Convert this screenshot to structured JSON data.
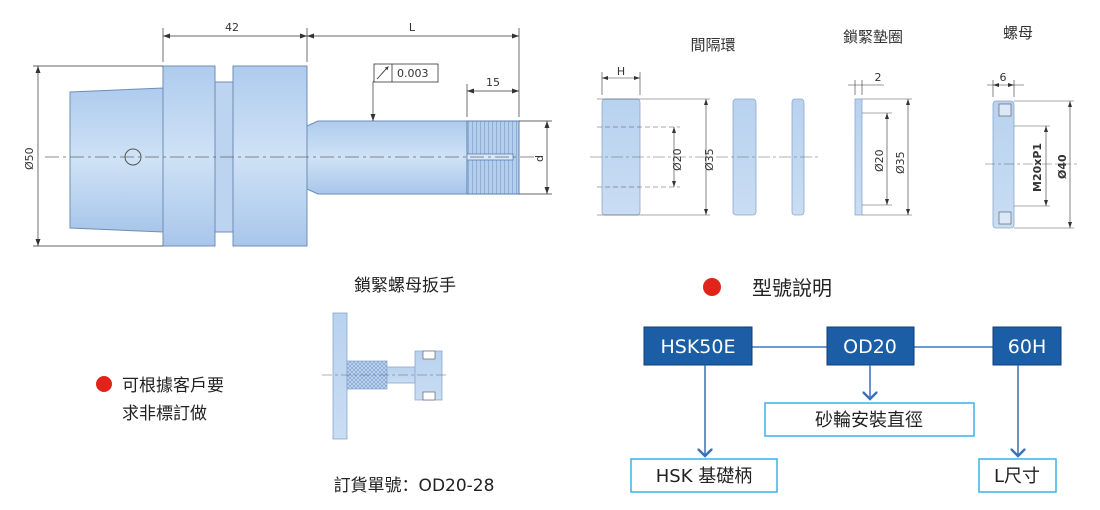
{
  "drawing": {
    "dim_42": "42",
    "dim_L": "L",
    "tolerance": "0.003",
    "dim_15": "15",
    "dim_phi50": "Ø50",
    "dim_d": "d"
  },
  "parts": {
    "spacer_label": "間隔環",
    "washer_label": "鎖緊墊圈",
    "nut_label": "螺母",
    "dim_H": "H",
    "dim_phi20_a": "Ø20",
    "dim_phi35_a": "Ø35",
    "dim_2": "2",
    "dim_phi20_b": "Ø20",
    "dim_phi35_b": "Ø35",
    "dim_6": "6",
    "dim_thread": "M20xP1",
    "dim_phi40": "Ø40"
  },
  "wrench": {
    "title": "鎖緊螺母扳手",
    "order_no": "訂貨單號：OD20-28"
  },
  "custom_note": {
    "line1": "可根據客戶要",
    "line2": "求非標訂做"
  },
  "model": {
    "title": "型號說明",
    "code1": "HSK50E",
    "code2": "OD20",
    "code3": "60H",
    "desc1": "HSK 基礎柄",
    "desc2": "砂輪安裝直徑",
    "desc3": "L尺寸"
  },
  "colors": {
    "part_fill": "#c2d9f1",
    "code_box": "#1b5ea6",
    "arrow": "#3b6fb6",
    "desc_border": "#38b3e6",
    "bullet": "#e2231a"
  }
}
